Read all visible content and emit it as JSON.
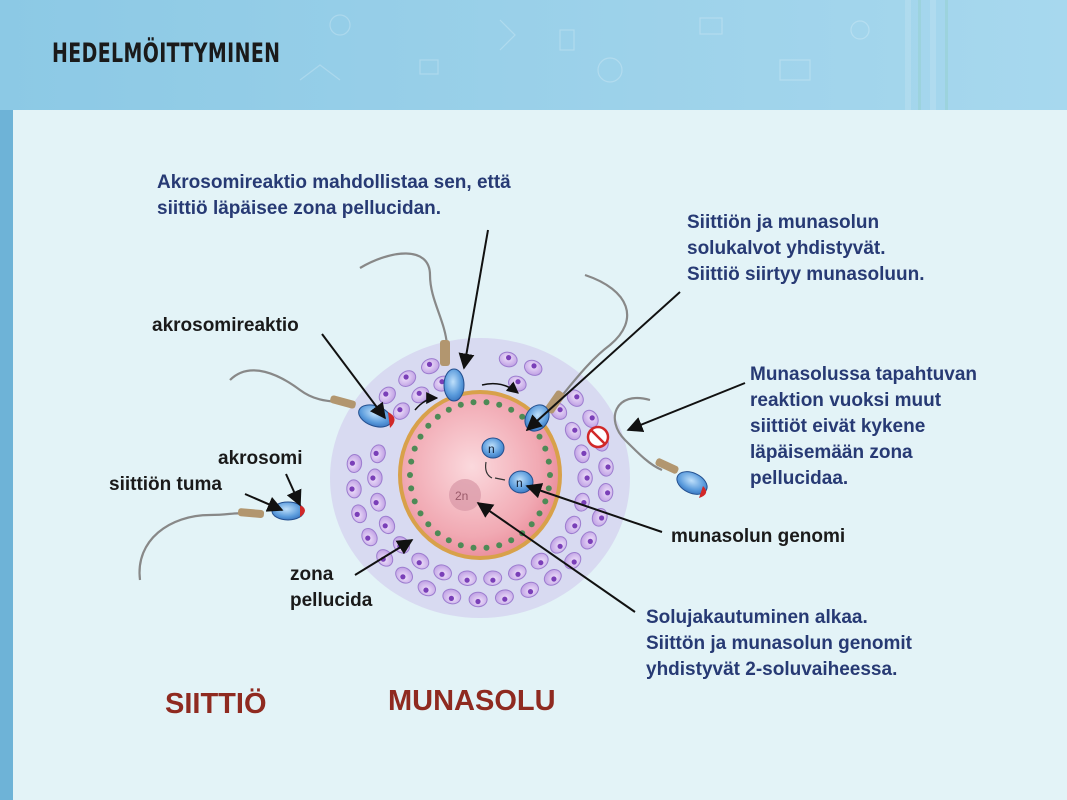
{
  "title": "HEDELMÖITTYMINEN",
  "notes": {
    "acrosome_reaction": "Akrosomireaktio mahdollistaa sen, että siittiö läpäisee zona pellucidan.",
    "membranes_fuse": [
      "Siittiön ja munasolun",
      "solukalvot yhdistyvät.",
      "Siittiö siirtyy munasoluun."
    ],
    "block": [
      "Munasolussa tapahtuvan",
      "reaktion vuoksi muut",
      "siittiöt eivät kykene",
      "läpäisemään zona",
      "pellucidaa."
    ],
    "cleavage": [
      "Solujakautuminen alkaa.",
      "Siittön ja munasolun genomit",
      "yhdistyvät 2-soluvaiheessa."
    ]
  },
  "labels": {
    "akrosomireaktio": "akrosomireaktio",
    "akrosomi": "akrosomi",
    "siittion_tuma": "siittiön tuma",
    "zona": "zona",
    "pellucida": "pellucida",
    "munasolun_genomi": "munasolun genomi",
    "n1": "n",
    "n2": "n",
    "two_n": "2n"
  },
  "captions": {
    "sperm": "SIITTIÖ",
    "egg": "MUNASOLU"
  },
  "colors": {
    "note_text": "#273a74",
    "caption": "#8f2a20",
    "egg": "#e98796",
    "zona": "#d9cfee",
    "corona_cell": "#c6a6e6",
    "sperm_head": "#3f7ec8"
  }
}
